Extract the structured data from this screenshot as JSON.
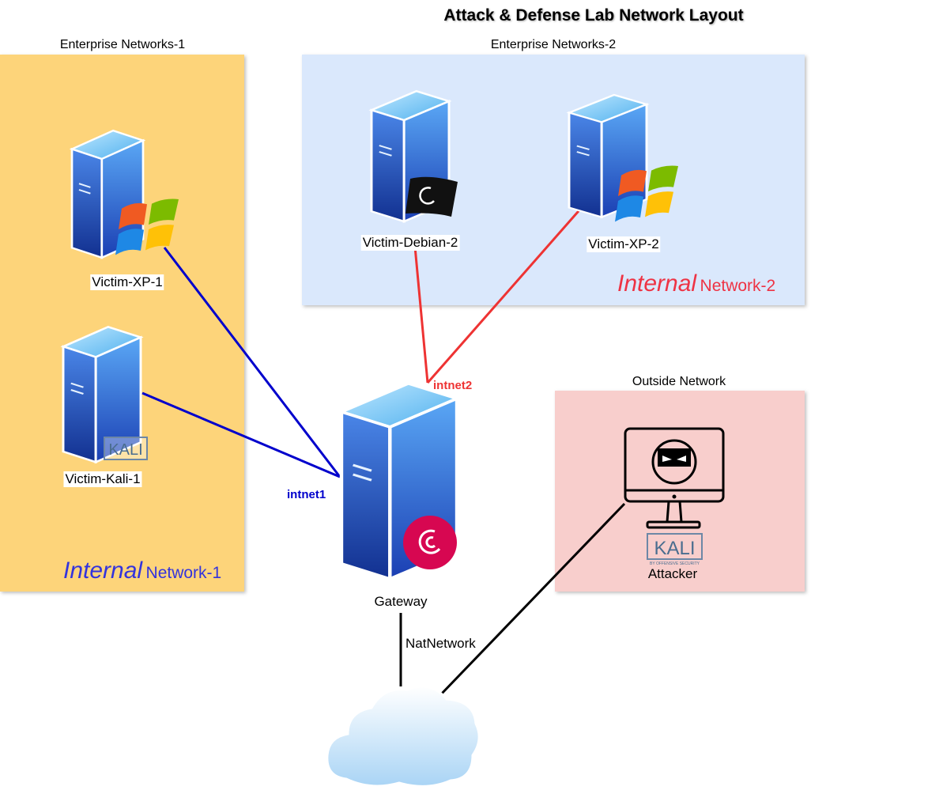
{
  "title": "Attack & Defense Lab Network Layout",
  "zones": {
    "ent1": {
      "label": "Enterprise Networks-1",
      "fill": "#fdd47a",
      "internal_word": "Internal",
      "internal_rest": "Network-1",
      "internal_color": "#3333dd"
    },
    "ent2": {
      "label": "Enterprise Networks-2",
      "fill": "#dae8fc",
      "internal_word": "Internal",
      "internal_rest": "Network-2",
      "internal_color": "#ee3344"
    },
    "outside": {
      "label": "Outside Network",
      "fill": "#f8cecc"
    }
  },
  "nodes": {
    "victim_xp_1": {
      "label": "Victim-XP-1",
      "os": "windows-xp-logo"
    },
    "victim_kali_1": {
      "label": "Victim-Kali-1",
      "os": "kali-logo"
    },
    "victim_debian_2": {
      "label": "Victim-Debian-2",
      "os": "debian-logo"
    },
    "victim_xp_2": {
      "label": "Victim-XP-2",
      "os": "windows-xp-logo"
    },
    "gateway": {
      "label": "Gateway",
      "os": "debian-logo"
    },
    "attacker": {
      "label": "Attacker",
      "os": "kali-logo"
    }
  },
  "kali_text": "KALI",
  "kali_sub": "BY OFFENSIVE SECURITY",
  "links": {
    "intnet1": {
      "label": "intnet1",
      "color": "#0000cc"
    },
    "intnet2": {
      "label": "intnet2",
      "color": "#ee3333"
    },
    "natnetwork": {
      "label": "NatNetwork",
      "color": "#000000"
    }
  }
}
